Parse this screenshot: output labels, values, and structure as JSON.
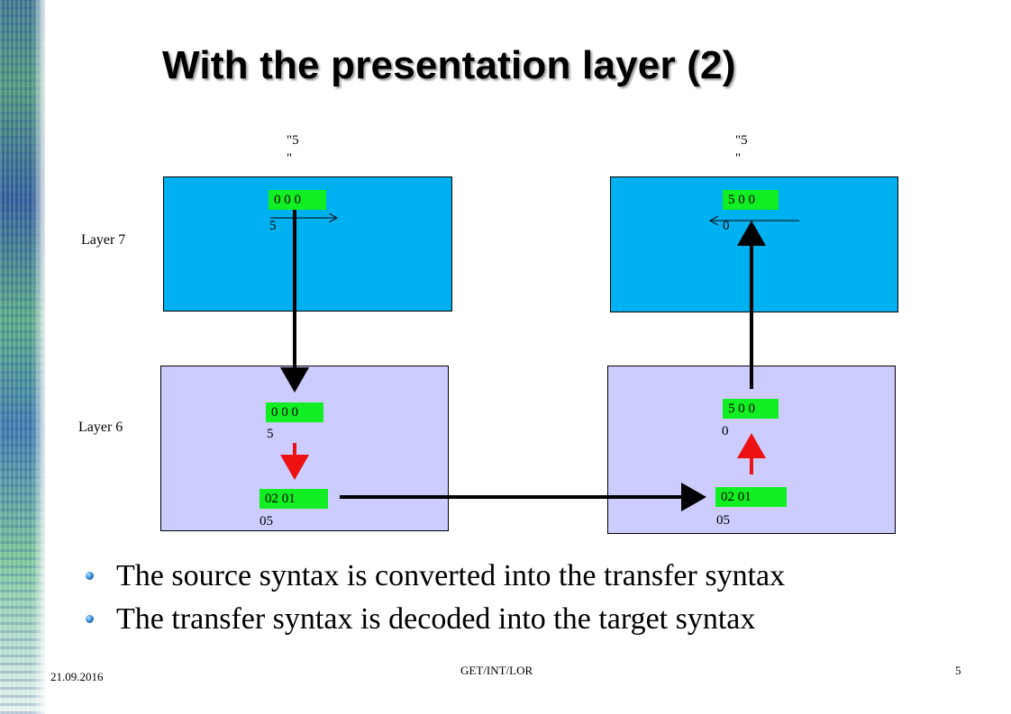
{
  "title": "With the presentation layer (2)",
  "quotes": {
    "left": [
      "\"5",
      "\""
    ],
    "right": [
      "\"5",
      "\""
    ]
  },
  "layers": {
    "layer7": "Layer 7",
    "layer6": "Layer 6"
  },
  "left": {
    "l7_chip": "0 0 0",
    "l7_sub": "5",
    "l6_chip": "0 0 0",
    "l6_sub": "5",
    "transfer_chip": "02 01",
    "transfer_sub": "05"
  },
  "right": {
    "l7_chip": "5 0 0",
    "l7_sub": "0",
    "l6_chip": "5 0 0",
    "l6_sub": "0",
    "transfer_chip": "02 01",
    "transfer_sub": "05"
  },
  "bullets": [
    "The source syntax is converted into the transfer syntax",
    "The transfer syntax is decoded into the target syntax"
  ],
  "footer": {
    "date": "21.09.2016",
    "center": "GET/INT/LOR",
    "page": "5"
  },
  "colors": {
    "layer7_box": "#00b1f1",
    "layer6_box": "#ccccff",
    "chip": "#11ee22",
    "arrow_black": "#000000",
    "arrow_red": "#ee1111"
  }
}
